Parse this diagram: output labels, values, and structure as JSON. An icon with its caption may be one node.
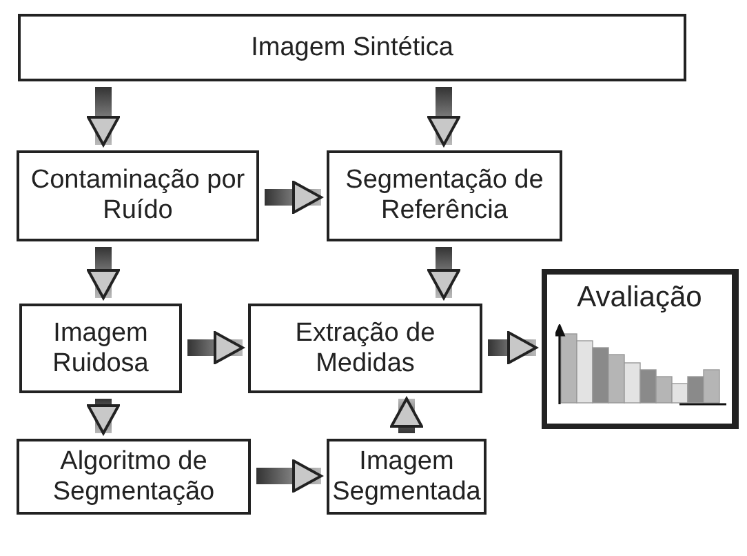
{
  "diagram": {
    "nodes": [
      {
        "text": [
          "Imagem Sintética"
        ]
      },
      {
        "text": [
          "Contaminação por Ruído"
        ]
      },
      {
        "text": [
          "Segmentação de Referência"
        ]
      },
      {
        "text": [
          "Imagem Ruidosa"
        ]
      },
      {
        "text": [
          "Extração de Medidas"
        ]
      },
      {
        "text": [
          "Avaliação"
        ]
      },
      {
        "text": [
          "Algoritmo de Segmentação"
        ]
      },
      {
        "text": [
          "Imagem Segmentada"
        ]
      }
    ],
    "edges": [
      {
        "from": 0,
        "to": 1,
        "arrow": "to",
        "style": "thick"
      },
      {
        "from": 0,
        "to": 2,
        "arrow": "to",
        "style": "thick"
      },
      {
        "from": 1,
        "to": 2,
        "arrow": "to",
        "style": "thick"
      },
      {
        "from": 1,
        "to": 3,
        "arrow": "to",
        "style": "thick"
      },
      {
        "from": 2,
        "to": 4,
        "arrow": "to",
        "style": "thick"
      },
      {
        "from": 3,
        "to": 4,
        "arrow": "to",
        "style": "thick"
      },
      {
        "from": 4,
        "to": 5,
        "arrow": "to",
        "style": "thick"
      },
      {
        "from": 3,
        "to": 6,
        "arrow": "to",
        "style": "thick"
      },
      {
        "from": 6,
        "to": 7,
        "arrow": "to",
        "style": "thick"
      },
      {
        "from": 7,
        "to": 4,
        "arrow": "to",
        "style": "thick"
      }
    ]
  }
}
